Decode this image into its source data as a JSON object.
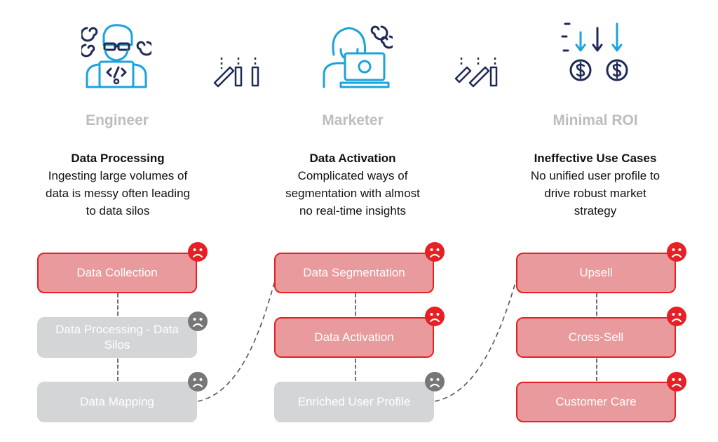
{
  "columns": [
    {
      "role": "Engineer",
      "heading": "Data Processing",
      "lines": [
        "Ingesting large volumes of",
        "data is messy often leading",
        "to data silos"
      ],
      "icon": "engineer-icon",
      "steps": [
        {
          "label": "Data Collection",
          "status": "red"
        },
        {
          "label": "Data Processing - Data Silos",
          "status": "grey"
        },
        {
          "label": "Data Mapping",
          "status": "grey"
        }
      ]
    },
    {
      "role": "Marketer",
      "heading": "Data Activation",
      "lines": [
        "Complicated ways of",
        "segmentation with almost",
        "no real-time insights"
      ],
      "icon": "marketer-icon",
      "steps": [
        {
          "label": "Data Segmentation",
          "status": "red"
        },
        {
          "label": "Data Activation",
          "status": "red"
        },
        {
          "label": "Enriched User Profile",
          "status": "grey"
        }
      ]
    },
    {
      "role": "Minimal ROI",
      "heading": "Ineffective Use Cases",
      "lines": [
        "No unified user profile to",
        "drive robust market",
        "strategy"
      ],
      "icon": "dollar-decline-icon",
      "steps": [
        {
          "label": "Upsell",
          "status": "red"
        },
        {
          "label": "Cross-Sell",
          "status": "red"
        },
        {
          "label": "Customer Care",
          "status": "red"
        }
      ]
    }
  ],
  "colors": {
    "red_border": "#e62025",
    "red_fill": "#e89a9c",
    "grey_fill": "#d3d5d6",
    "icon_blue": "#1ba3db",
    "icon_navy": "#1e2a55"
  }
}
